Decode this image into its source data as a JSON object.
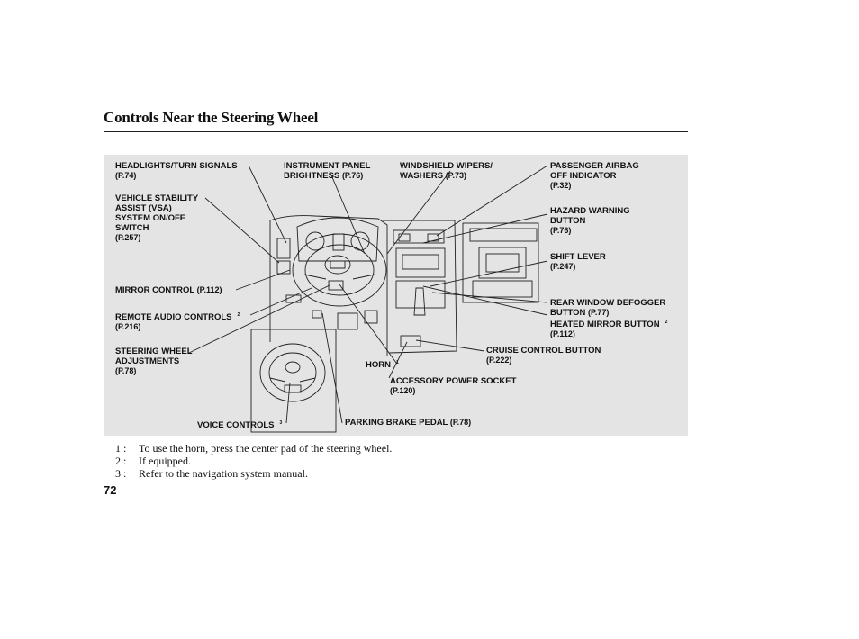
{
  "page": {
    "title": "Controls Near the Steering Wheel",
    "page_number": "72"
  },
  "labels": {
    "headlights": {
      "name": "HEADLIGHTS/TURN SIGNALS",
      "ref": "(P.74)"
    },
    "vsa": {
      "line1": "VEHICLE STABILITY",
      "line2": "ASSIST (VSA)",
      "line3": "SYSTEM ON/OFF",
      "line4": "SWITCH",
      "ref": "(P.257)"
    },
    "mirror": {
      "name": "MIRROR CONTROL",
      "ref": "(P.112)"
    },
    "remote_audio": {
      "name": "REMOTE AUDIO CONTROLS",
      "sup": "2",
      "ref": "(P.216)"
    },
    "steering_adj": {
      "line1": "STEERING WHEEL",
      "line2": "ADJUSTMENTS",
      "ref": "(P.78)"
    },
    "voice": {
      "name": "VOICE CONTROLS",
      "sup": "3"
    },
    "instrument": {
      "line1": "INSTRUMENT PANEL",
      "line2": "BRIGHTNESS",
      "ref": "(P.76)"
    },
    "wipers": {
      "line1": "WINDSHIELD WIPERS/",
      "line2": "WASHERS",
      "ref": "(P.73)"
    },
    "airbag": {
      "line1": "PASSENGER AIRBAG",
      "line2": "OFF INDICATOR",
      "ref": "(P.32)"
    },
    "hazard": {
      "line1": "HAZARD WARNING",
      "line2": "BUTTON",
      "ref": "(P.76)"
    },
    "shift": {
      "name": "SHIFT LEVER",
      "ref": "(P.247)"
    },
    "defogger": {
      "line1": "REAR WINDOW DEFOGGER",
      "line2": "BUTTON",
      "ref": "(P.77)"
    },
    "heated_mirror": {
      "name": "HEATED MIRROR BUTTON",
      "sup": "2",
      "ref": "(P.112)"
    },
    "cruise": {
      "name": "CRUISE CONTROL BUTTON",
      "ref": "(P.222)"
    },
    "horn": {
      "name": "HORN",
      "sup": "1"
    },
    "power_socket": {
      "name": "ACCESSORY POWER SOCKET",
      "ref": "(P.120)"
    },
    "parking_brake": {
      "name": "PARKING BRAKE PEDAL",
      "ref": "(P.78)"
    }
  },
  "notes": [
    {
      "num": "1 :",
      "text": "To use the horn, press the center pad of the steering wheel."
    },
    {
      "num": "2 :",
      "text": "If equipped."
    },
    {
      "num": "3 :",
      "text": "Refer to the navigation system manual."
    }
  ]
}
